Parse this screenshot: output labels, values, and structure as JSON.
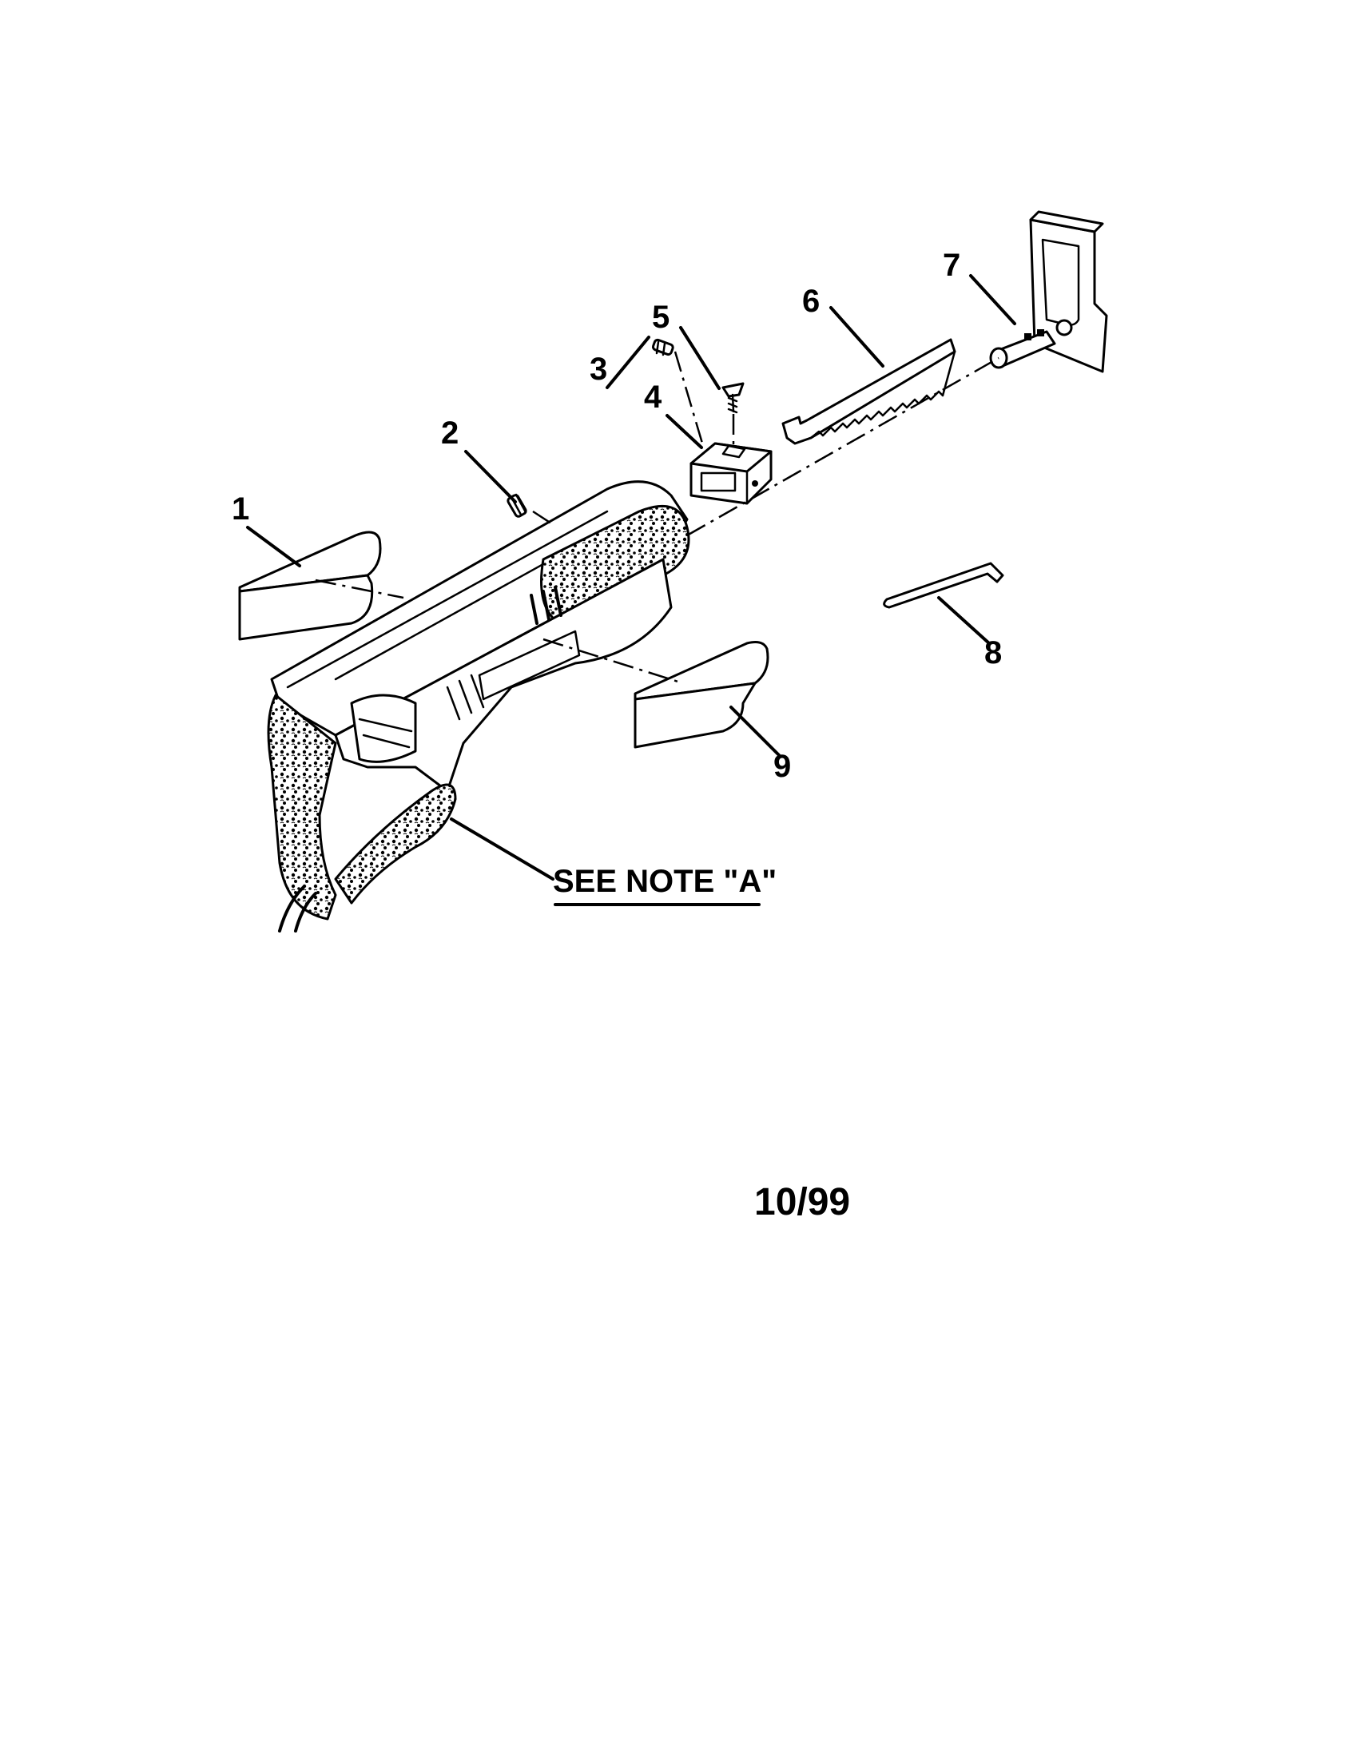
{
  "callouts": [
    {
      "id": "1",
      "label": "1"
    },
    {
      "id": "2",
      "label": "2"
    },
    {
      "id": "3",
      "label": "3"
    },
    {
      "id": "4",
      "label": "4"
    },
    {
      "id": "5",
      "label": "5"
    },
    {
      "id": "6",
      "label": "6"
    },
    {
      "id": "7",
      "label": "7"
    },
    {
      "id": "8",
      "label": "8"
    },
    {
      "id": "9",
      "label": "9"
    }
  ],
  "note": "SEE NOTE \"A\"",
  "date": "10/99"
}
